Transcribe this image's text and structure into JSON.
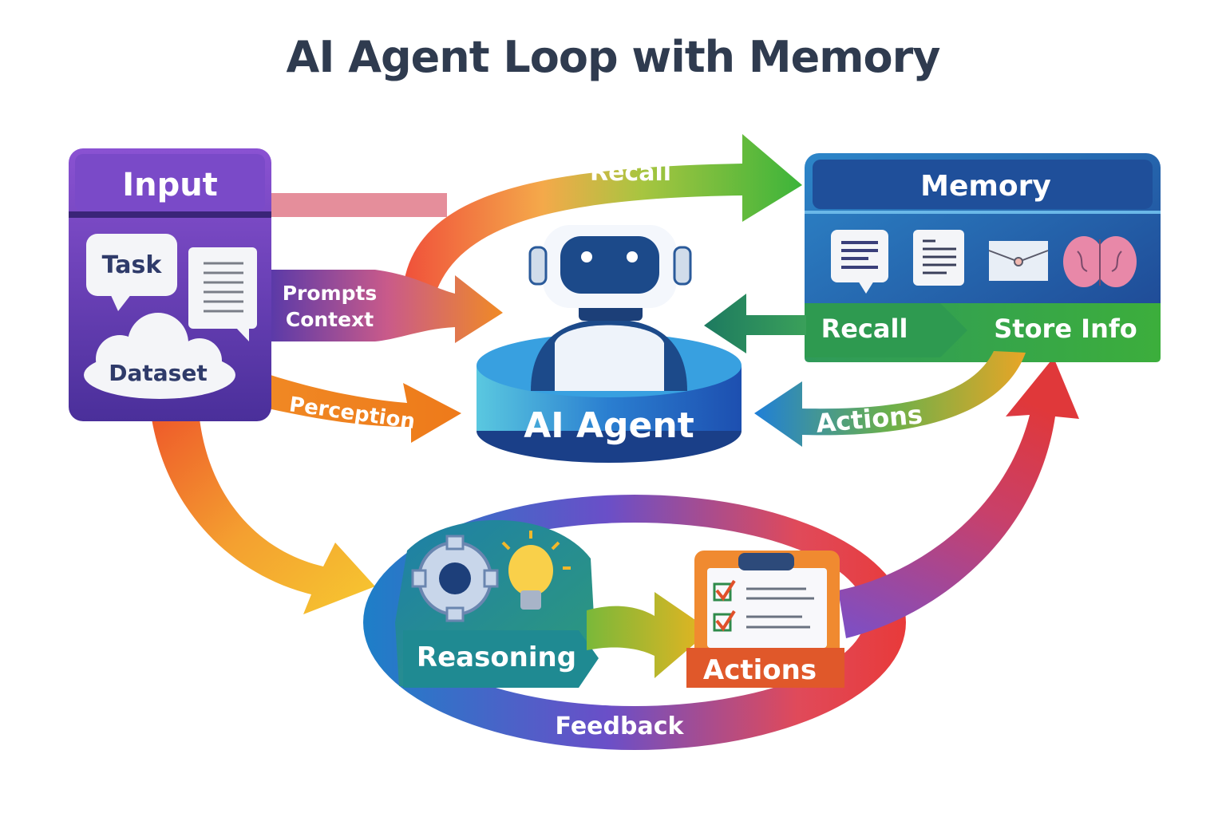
{
  "title": "AI Agent Loop with Memory",
  "input_panel": {
    "title": "Input",
    "task_label": "Task",
    "dataset_label": "Dataset"
  },
  "memory_panel": {
    "title": "Memory",
    "recall_label": "Recall",
    "store_label": "Store Info"
  },
  "agent": {
    "label": "AI Agent"
  },
  "flows": {
    "prompts_line1": "Prompts",
    "prompts_line2": "Context",
    "perception": "Perception",
    "recall_top": "Recall",
    "actions_right": "Actions"
  },
  "loop": {
    "reasoning": "Reasoning",
    "actions": "Actions",
    "feedback": "Feedback"
  },
  "colors": {
    "title": "#2f3b4f",
    "input_purple": "#5a3aa8",
    "memory_blue": "#1f4f9a",
    "store_green": "#3aa83a",
    "agent_blue": "#1e5fb8",
    "perception_orange": "#ee8a1f",
    "actions_orange": "#e0582a"
  }
}
